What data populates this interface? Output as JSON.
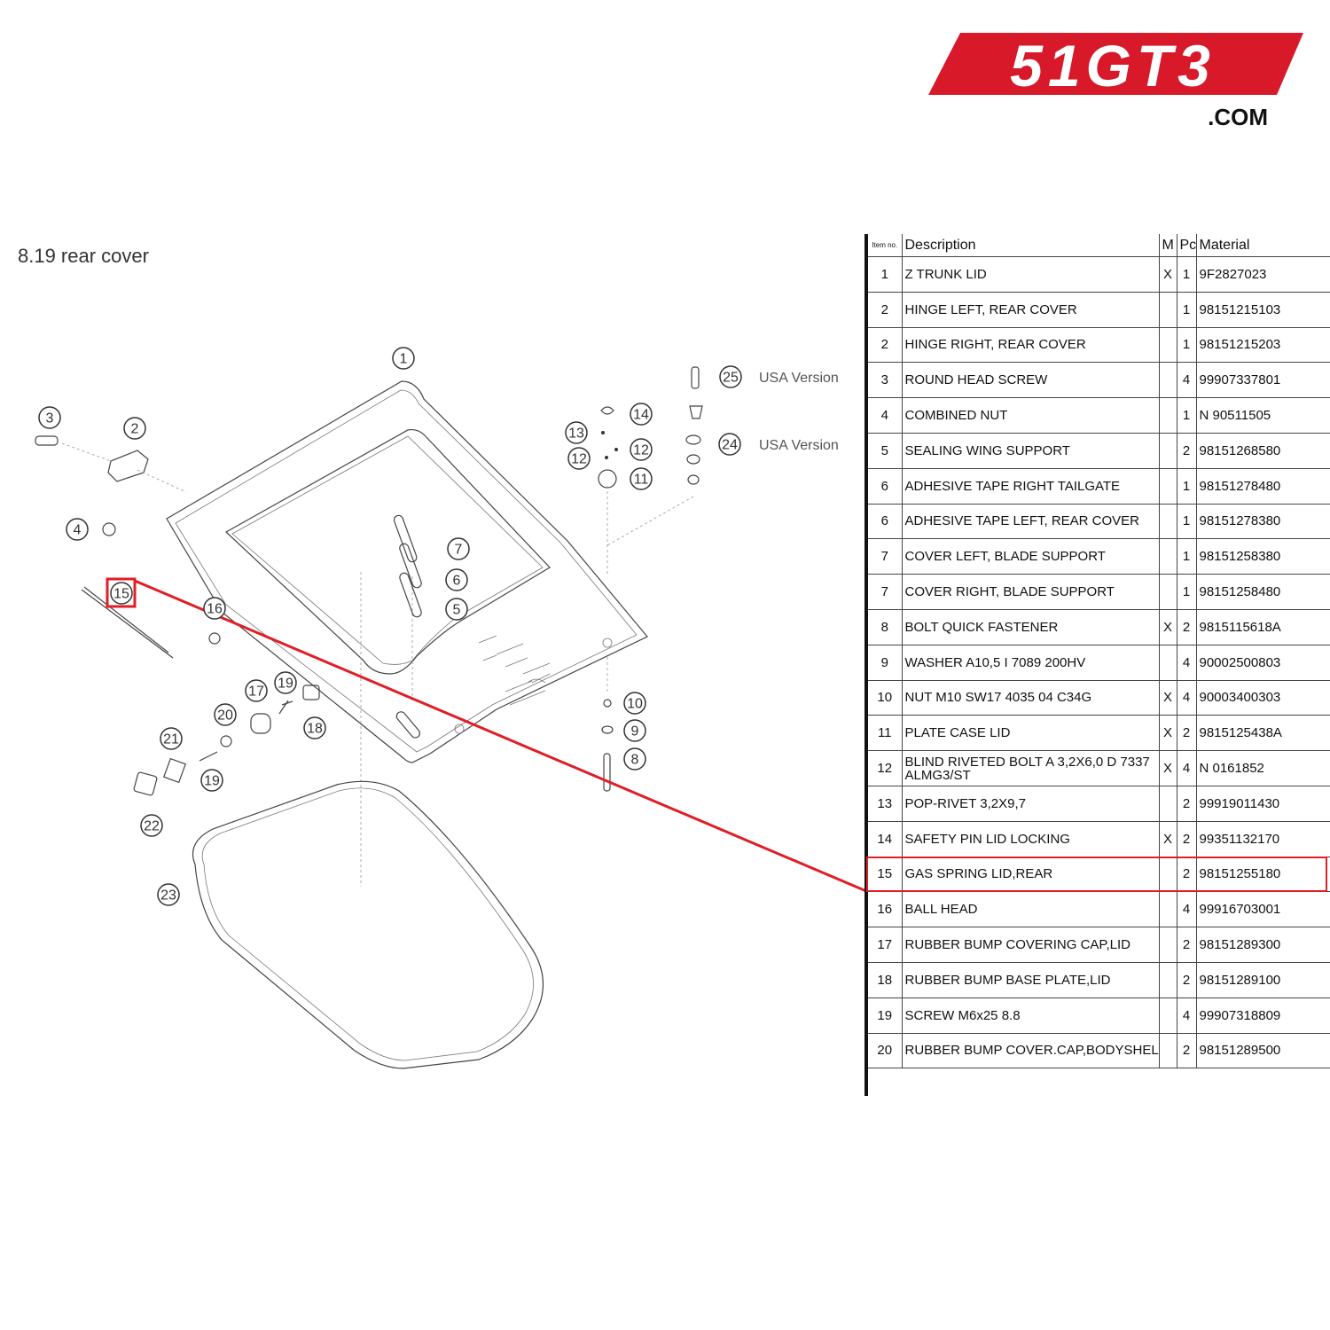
{
  "logo": {
    "brand_text": "51GT3",
    "domain_text": ".COM",
    "brand_color": "#d7192a"
  },
  "page": {
    "title": "8.19  rear cover"
  },
  "diagram": {
    "callouts": [
      "1",
      "2",
      "3",
      "4",
      "5",
      "6",
      "7",
      "8",
      "9",
      "10",
      "11",
      "12",
      "12",
      "13",
      "14",
      "15",
      "16",
      "17",
      "18",
      "19",
      "19",
      "20",
      "21",
      "22",
      "23",
      "24",
      "25"
    ],
    "notes": {
      "usa_1": "USA Version",
      "usa_2": "USA Version"
    },
    "highlight_color": "#e01e26"
  },
  "table": {
    "headers": {
      "item": "Item no.",
      "desc": "Description",
      "m": "M",
      "pc": "Pc.",
      "material": "Material"
    },
    "rows": [
      {
        "item": "1",
        "desc": "Z TRUNK LID",
        "m": "X",
        "pc": "1",
        "material": "9F2827023"
      },
      {
        "item": "2",
        "desc": "HINGE LEFT, REAR COVER",
        "m": "",
        "pc": "1",
        "material": "98151215103"
      },
      {
        "item": "2",
        "desc": "HINGE RIGHT, REAR COVER",
        "m": "",
        "pc": "1",
        "material": "98151215203"
      },
      {
        "item": "3",
        "desc": "ROUND HEAD SCREW",
        "m": "",
        "pc": "4",
        "material": "99907337801"
      },
      {
        "item": "4",
        "desc": "COMBINED NUT",
        "m": "",
        "pc": "1",
        "material": "N 90511505"
      },
      {
        "item": "5",
        "desc": "SEALING WING SUPPORT",
        "m": "",
        "pc": "2",
        "material": "98151268580"
      },
      {
        "item": "6",
        "desc": "ADHESIVE TAPE RIGHT TAILGATE",
        "m": "",
        "pc": "1",
        "material": "98151278480"
      },
      {
        "item": "6",
        "desc": "ADHESIVE TAPE LEFT, REAR COVER",
        "m": "",
        "pc": "1",
        "material": "98151278380"
      },
      {
        "item": "7",
        "desc": "COVER LEFT, BLADE SUPPORT",
        "m": "",
        "pc": "1",
        "material": "98151258380"
      },
      {
        "item": "7",
        "desc": "COVER RIGHT, BLADE SUPPORT",
        "m": "",
        "pc": "1",
        "material": "98151258480"
      },
      {
        "item": "8",
        "desc": "BOLT QUICK FASTENER",
        "m": "X",
        "pc": "2",
        "material": "9815115618A"
      },
      {
        "item": "9",
        "desc": "WASHER A10,5 I 7089 200HV",
        "m": "",
        "pc": "4",
        "material": "90002500803"
      },
      {
        "item": "10",
        "desc": "NUT M10 SW17 4035 04 C34G",
        "m": "X",
        "pc": "4",
        "material": "90003400303"
      },
      {
        "item": "11",
        "desc": "PLATE CASE LID",
        "m": "X",
        "pc": "2",
        "material": "9815125438A"
      },
      {
        "item": "12",
        "desc": "BLIND RIVETED BOLT A 3,2X6,0 D 7337 ALMG3/ST",
        "m": "X",
        "pc": "4",
        "material": "N 0161852"
      },
      {
        "item": "13",
        "desc": "POP-RIVET 3,2X9,7",
        "m": "",
        "pc": "2",
        "material": "99919011430"
      },
      {
        "item": "14",
        "desc": "SAFETY PIN LID LOCKING",
        "m": "X",
        "pc": "2",
        "material": "99351132170"
      },
      {
        "item": "15",
        "desc": "GAS SPRING LID,REAR",
        "m": "",
        "pc": "2",
        "material": "98151255180"
      },
      {
        "item": "16",
        "desc": "BALL HEAD",
        "m": "",
        "pc": "4",
        "material": "99916703001"
      },
      {
        "item": "17",
        "desc": "RUBBER BUMP COVERING CAP,LID",
        "m": "",
        "pc": "2",
        "material": "98151289300"
      },
      {
        "item": "18",
        "desc": "RUBBER BUMP BASE PLATE,LID",
        "m": "",
        "pc": "2",
        "material": "98151289100"
      },
      {
        "item": "19",
        "desc": "SCREW M6x25 8.8",
        "m": "",
        "pc": "4",
        "material": "99907318809"
      },
      {
        "item": "20",
        "desc": "RUBBER BUMP COVER.CAP,BODYSHELL",
        "m": "",
        "pc": "2",
        "material": "98151289500"
      }
    ],
    "highlighted_item": "15"
  }
}
